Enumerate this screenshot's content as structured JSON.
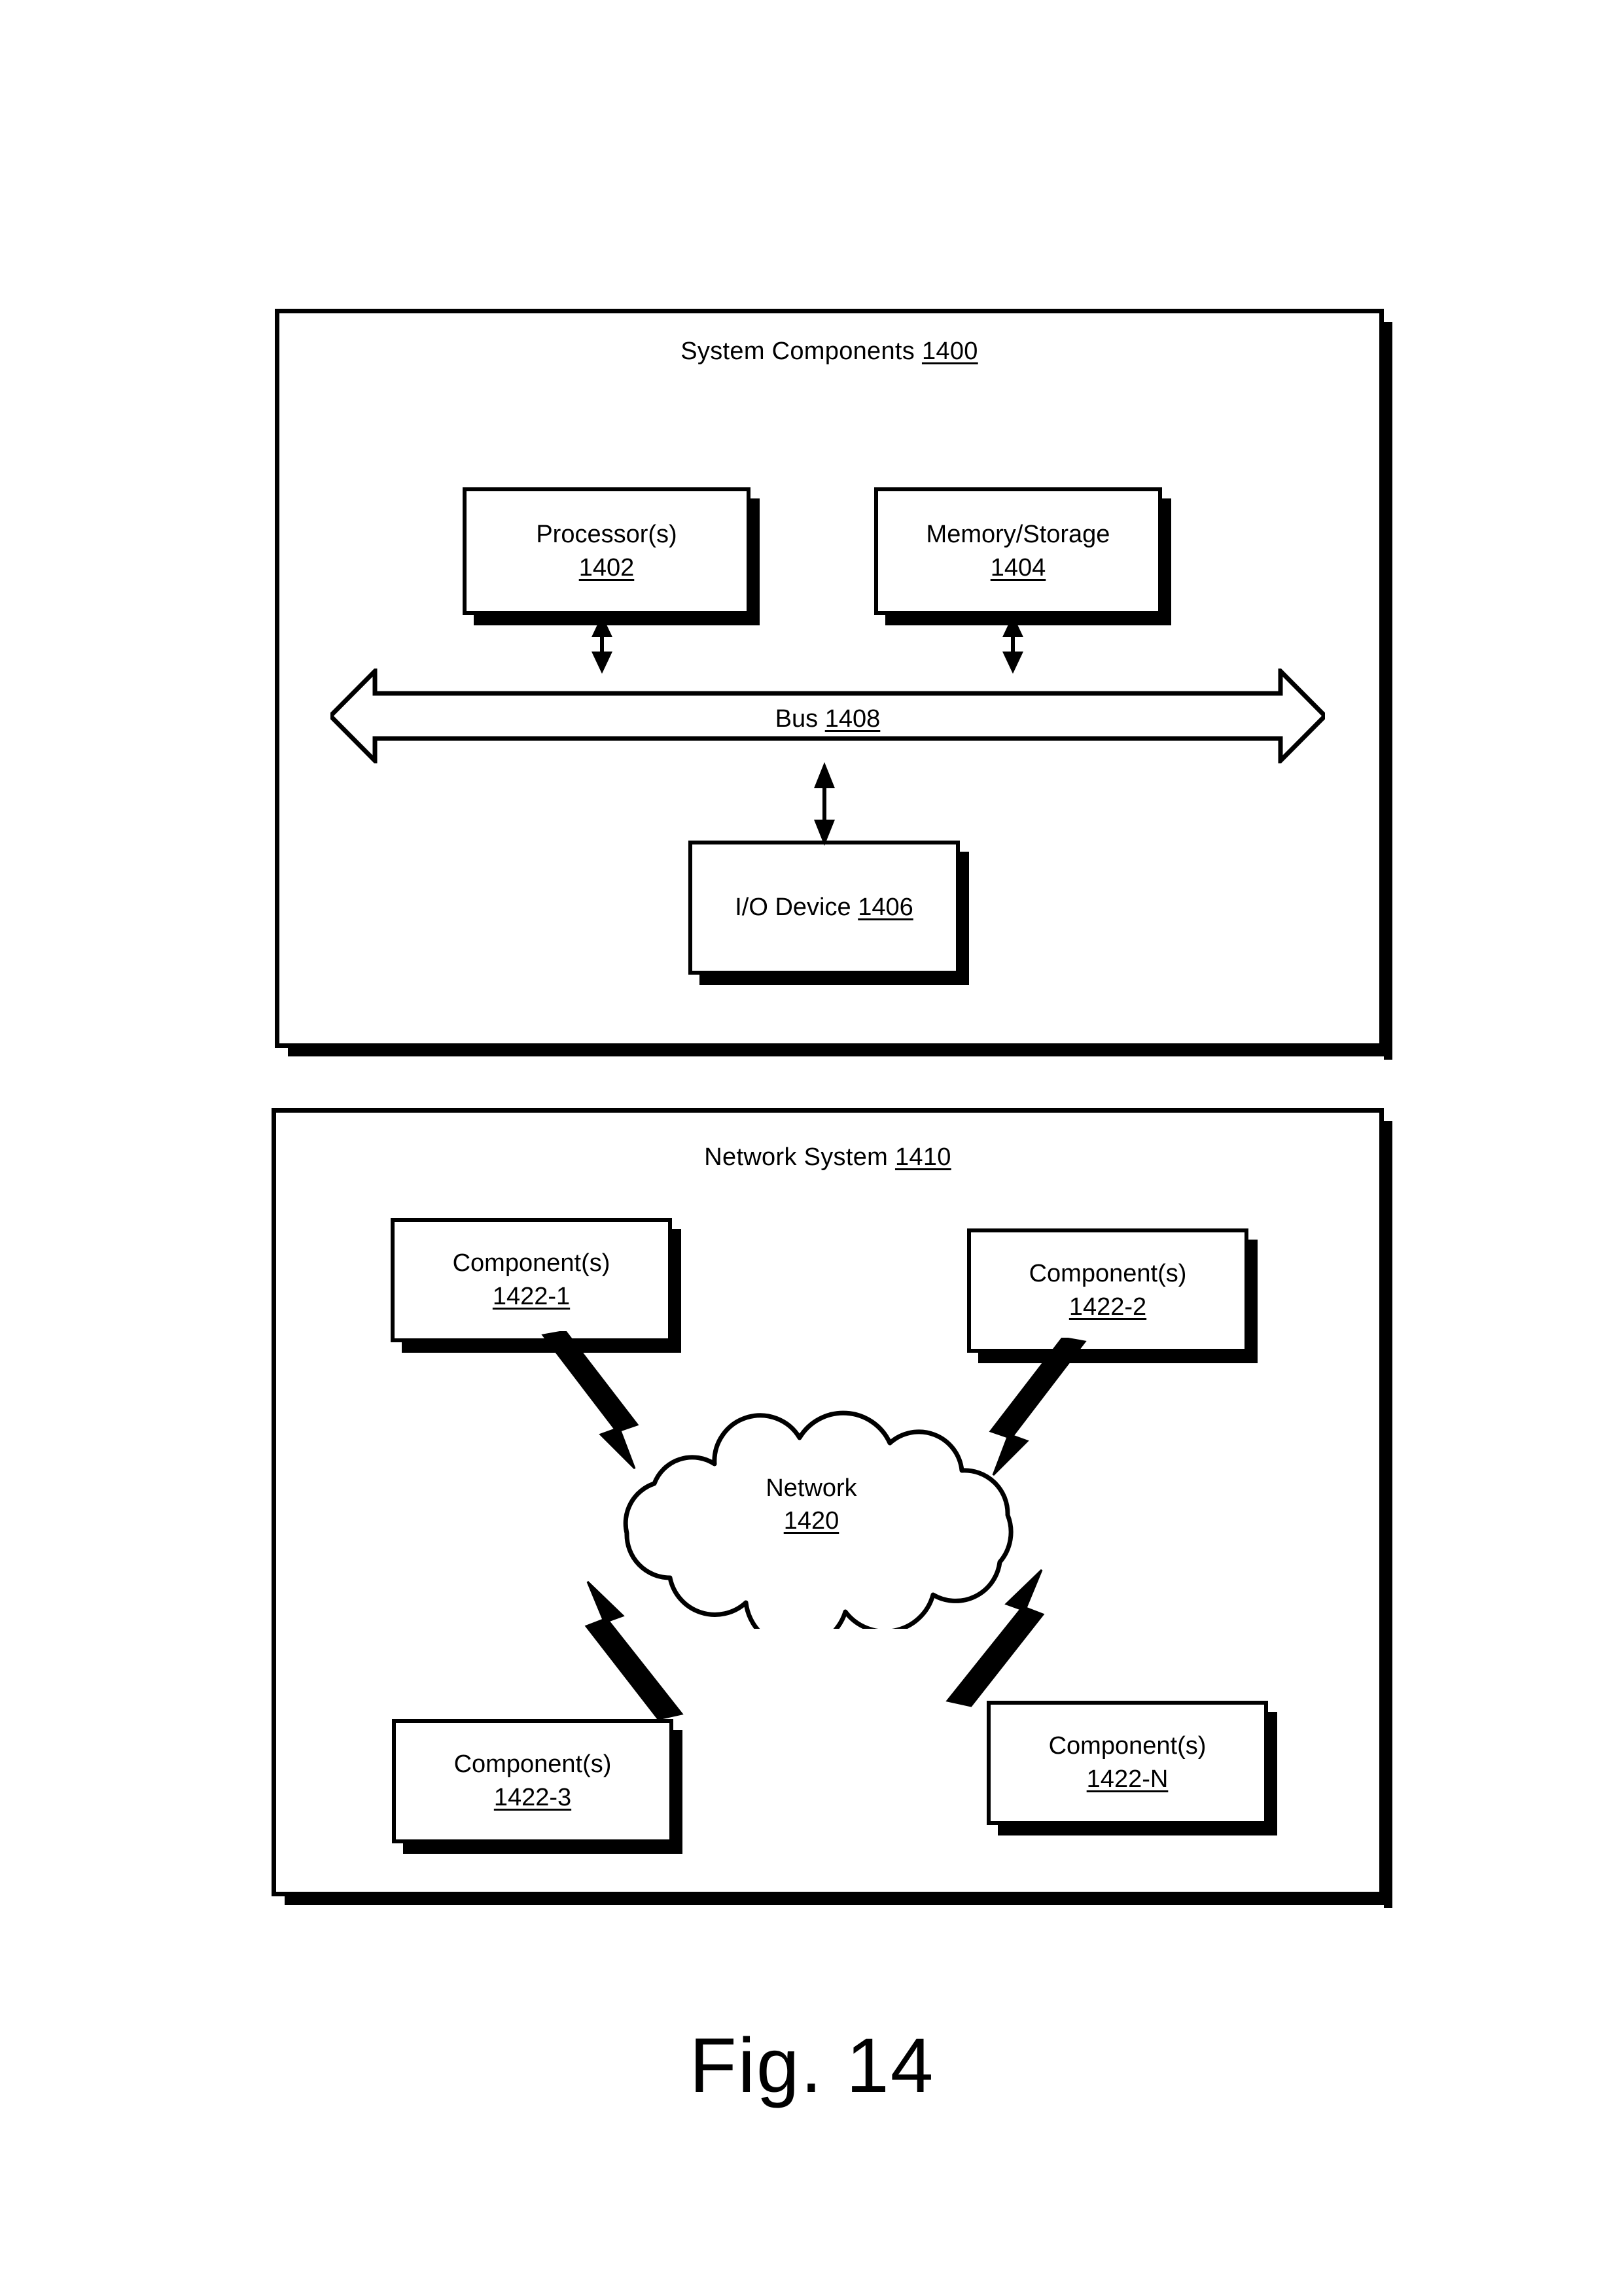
{
  "figure": {
    "caption": "Fig. 14"
  },
  "system_panel": {
    "title_text": "System Components",
    "title_ref": "1400",
    "nodes": {
      "processor": {
        "label": "Processor(s)",
        "ref": "1402"
      },
      "memory": {
        "label": "Memory/Storage",
        "ref": "1404"
      },
      "io_device": {
        "label": "I/O Device",
        "ref": "1406"
      },
      "bus": {
        "label": "Bus",
        "ref": "1408"
      }
    },
    "connectors": [
      {
        "name": "processor-bus",
        "type": "double-headed-arrow"
      },
      {
        "name": "memory-bus",
        "type": "double-headed-arrow"
      },
      {
        "name": "bus-io",
        "type": "double-headed-arrow"
      }
    ]
  },
  "network_panel": {
    "title_text": "Network System",
    "title_ref": "1410",
    "cloud": {
      "label": "Network",
      "ref": "1420"
    },
    "components": [
      {
        "label": "Component(s)",
        "ref": "1422-1"
      },
      {
        "label": "Component(s)",
        "ref": "1422-2"
      },
      {
        "label": "Component(s)",
        "ref": "1422-3"
      },
      {
        "label": "Component(s)",
        "ref": "1422-N"
      }
    ],
    "connectors": [
      {
        "name": "bolt-1422-1",
        "type": "lightning-bolt"
      },
      {
        "name": "bolt-1422-2",
        "type": "lightning-bolt"
      },
      {
        "name": "bolt-1422-3",
        "type": "lightning-bolt"
      },
      {
        "name": "bolt-1422-N",
        "type": "lightning-bolt"
      }
    ]
  },
  "colors": {
    "ink": "#000000",
    "paper": "#ffffff"
  }
}
